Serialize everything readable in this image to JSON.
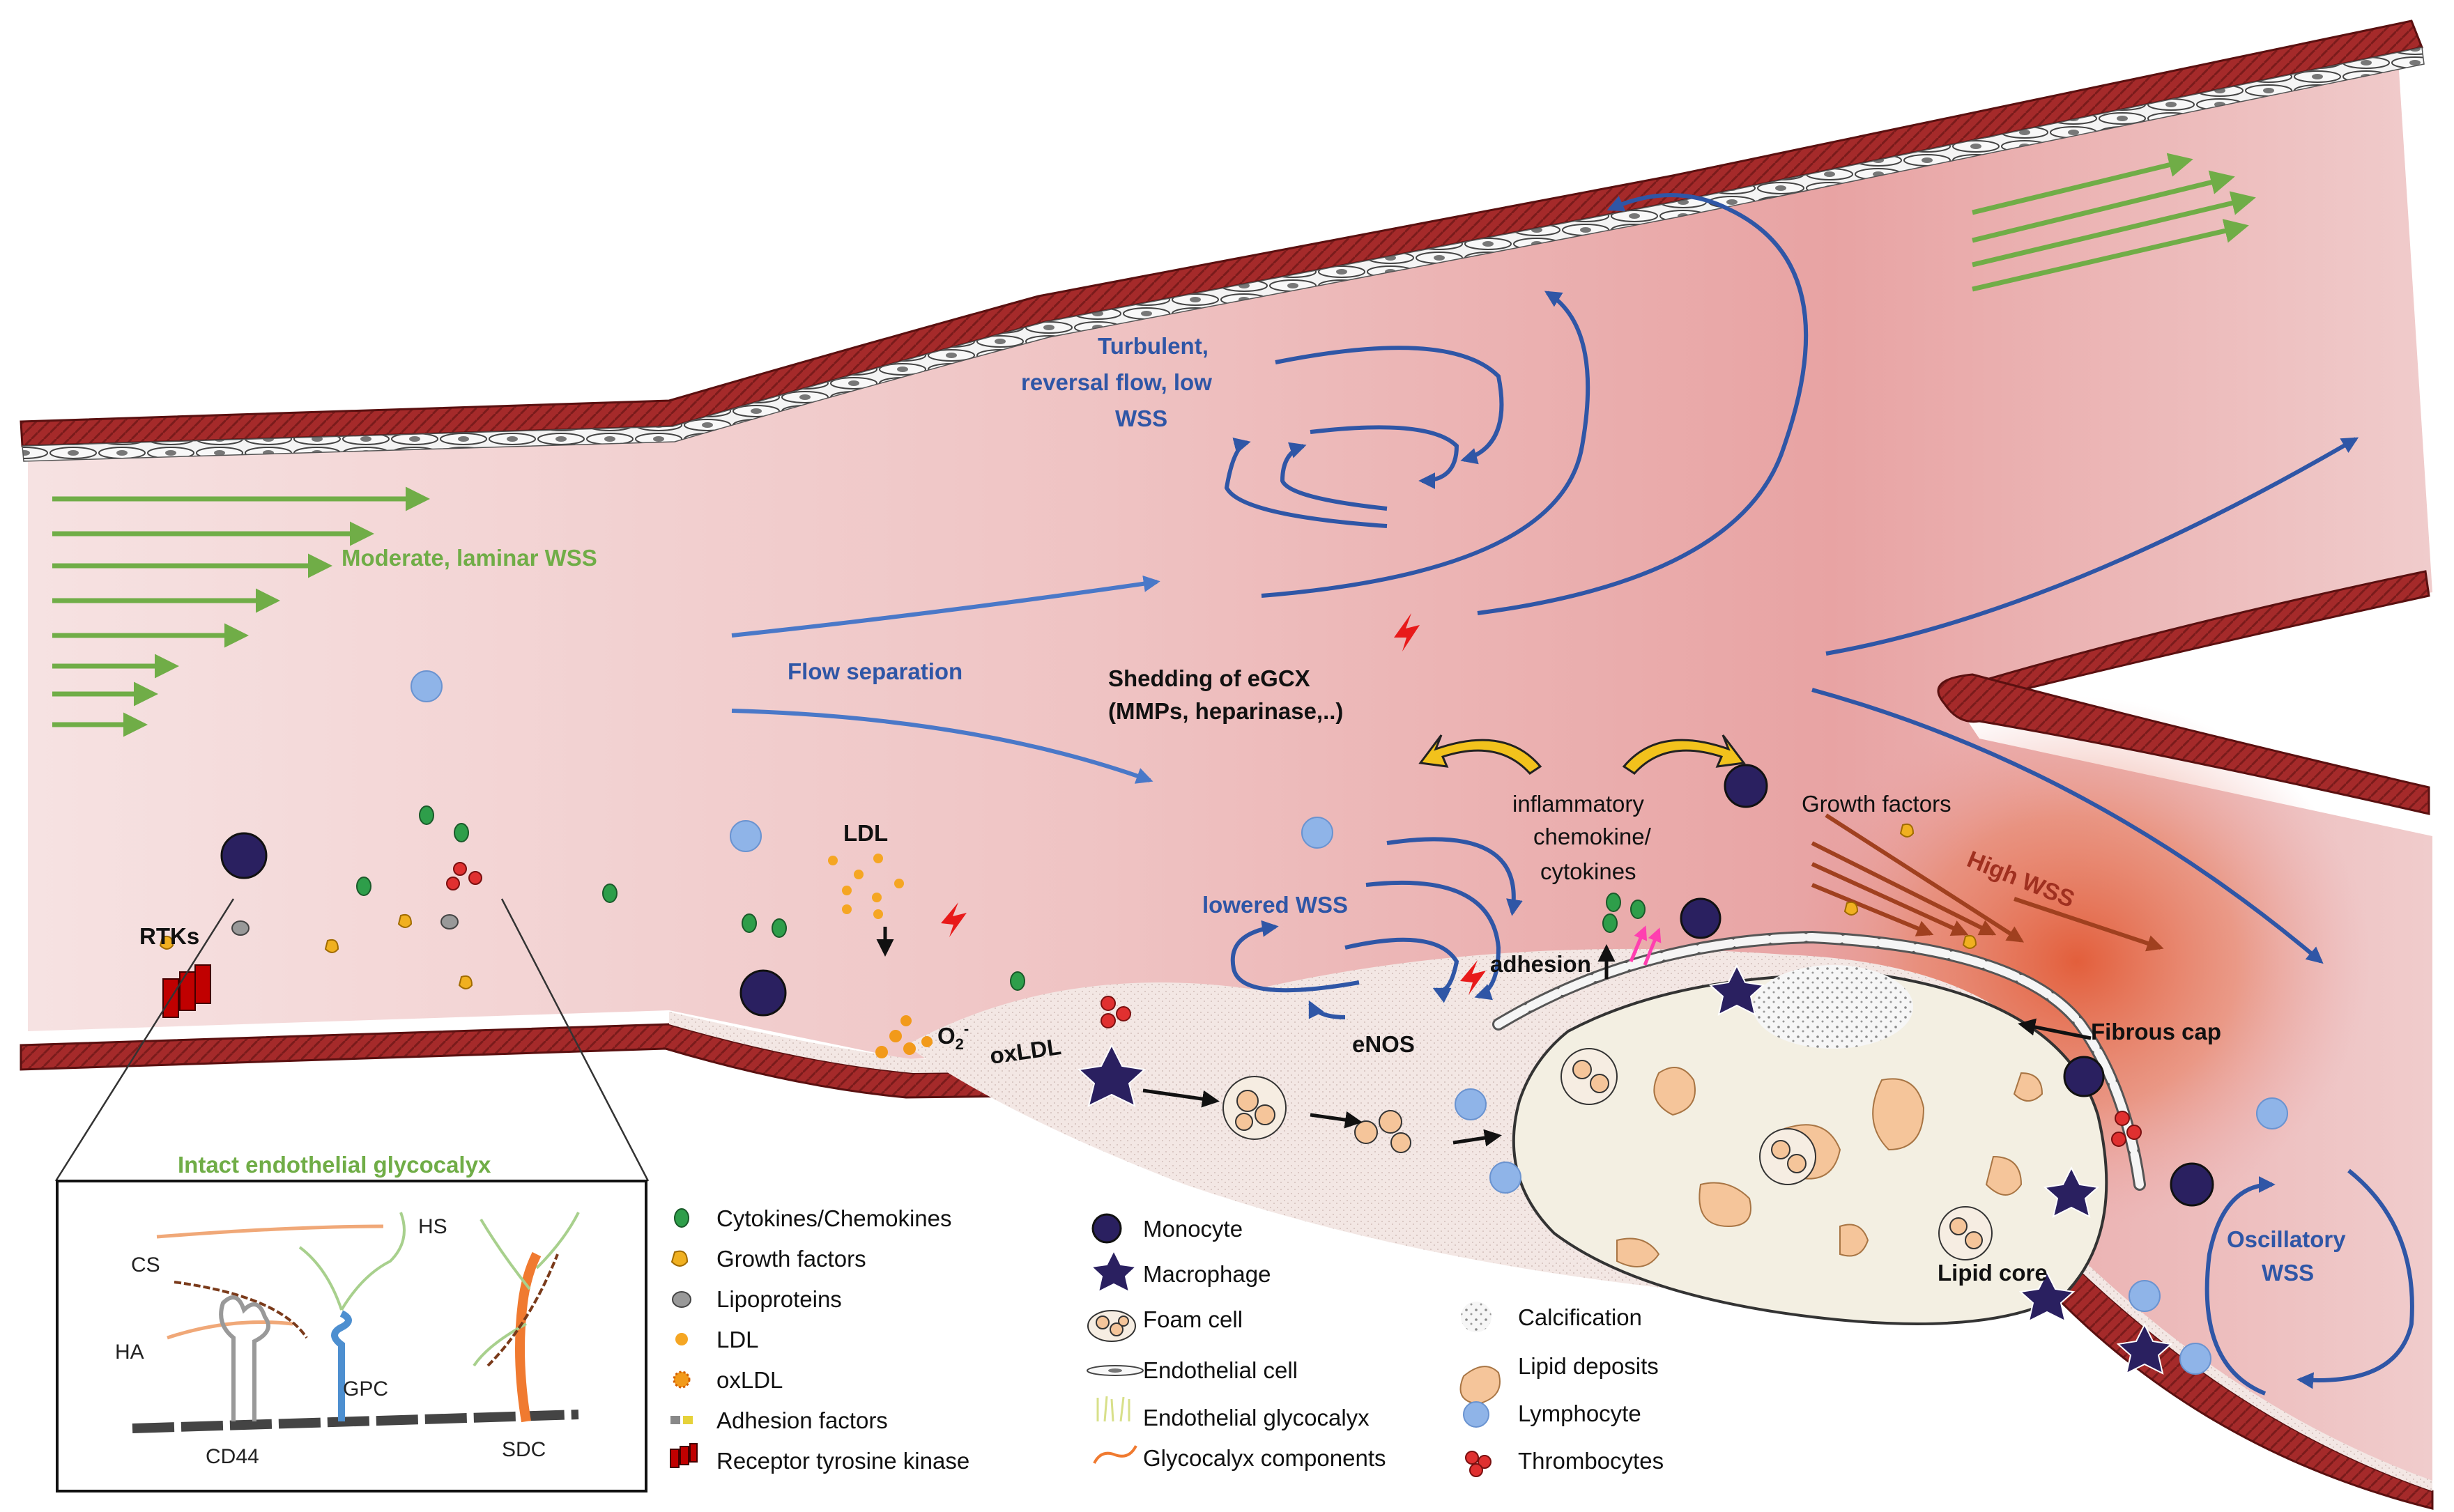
{
  "labels": {
    "moderate_wss": "Moderate, laminar WSS",
    "turbulent_1": "Turbulent,",
    "turbulent_2": "reversal flow, low",
    "turbulent_3": "WSS",
    "flow_separation": "Flow separation",
    "shedding_1": "Shedding of eGCX",
    "shedding_2": "(MMPs, heparinase,..)",
    "inflammatory_1": "inflammatory",
    "inflammatory_2": "chemokine/",
    "inflammatory_3": "cytokines",
    "growth_factors": "Growth factors",
    "high_wss": "High WSS",
    "lowered_wss": "lowered WSS",
    "adhesion": "adhesion",
    "enos": "eNOS",
    "ldl": "LDL",
    "o2": "O",
    "o2_sup": "2",
    "o2_minus": "-",
    "oxldl": "oxLDL",
    "rtks": "RTKs",
    "fibrous_cap": "Fibrous cap",
    "lipid_core": "Lipid core",
    "oscillatory_1": "Oscillatory",
    "oscillatory_2": "WSS"
  },
  "inset": {
    "title": "Intact endothelial glycocalyx",
    "cs": "CS",
    "hs": "HS",
    "ha": "HA",
    "gpc": "GPC",
    "cd44": "CD44",
    "sdc": "SDC"
  },
  "legend": {
    "col1": [
      {
        "icon": "cytokine-icon",
        "label": "Cytokines/Chemokines"
      },
      {
        "icon": "growth-factor-icon",
        "label": "Growth factors"
      },
      {
        "icon": "lipoprotein-icon",
        "label": "Lipoproteins"
      },
      {
        "icon": "ldl-icon",
        "label": "LDL"
      },
      {
        "icon": "oxldl-icon",
        "label": "oxLDL"
      },
      {
        "icon": "adhesion-factor-icon",
        "label": "Adhesion factors"
      },
      {
        "icon": "receptor-tyrosine-kinase-icon",
        "label": "Receptor tyrosine kinase"
      }
    ],
    "col2": [
      {
        "icon": "monocyte-icon",
        "label": "Monocyte"
      },
      {
        "icon": "macrophage-icon",
        "label": "Macrophage"
      },
      {
        "icon": "foam-cell-icon",
        "label": "Foam cell"
      },
      {
        "icon": "endothelial-cell-icon",
        "label": "Endothelial cell"
      },
      {
        "icon": "glycocalyx-icon",
        "label": "Endothelial glycocalyx"
      },
      {
        "icon": "glycocalyx-component-icon",
        "label": "Glycocalyx components"
      }
    ],
    "col3": [
      {
        "icon": "calcification-icon",
        "label": "Calcification"
      },
      {
        "icon": "lipid-deposit-icon",
        "label": "Lipid deposits"
      },
      {
        "icon": "lymphocyte-icon",
        "label": "Lymphocyte"
      },
      {
        "icon": "thrombocyte-icon",
        "label": "Thrombocytes"
      }
    ]
  },
  "colors": {
    "vessel_wall": "#a52a2a",
    "endothelium": "#f2f2f2",
    "lumen": "#efc6c6",
    "laminar_arrow": "#70ad47",
    "flow_arrow": "#2f56a6",
    "high_wss_arrow": "#a0401f",
    "monocyte": "#2a2060",
    "lymphocyte": "#8fb4e8",
    "cytokine": "#2e9e4a",
    "growth_factor": "#f0b020",
    "thrombocyte": "#e03030",
    "lipid": "#f5c59a"
  }
}
